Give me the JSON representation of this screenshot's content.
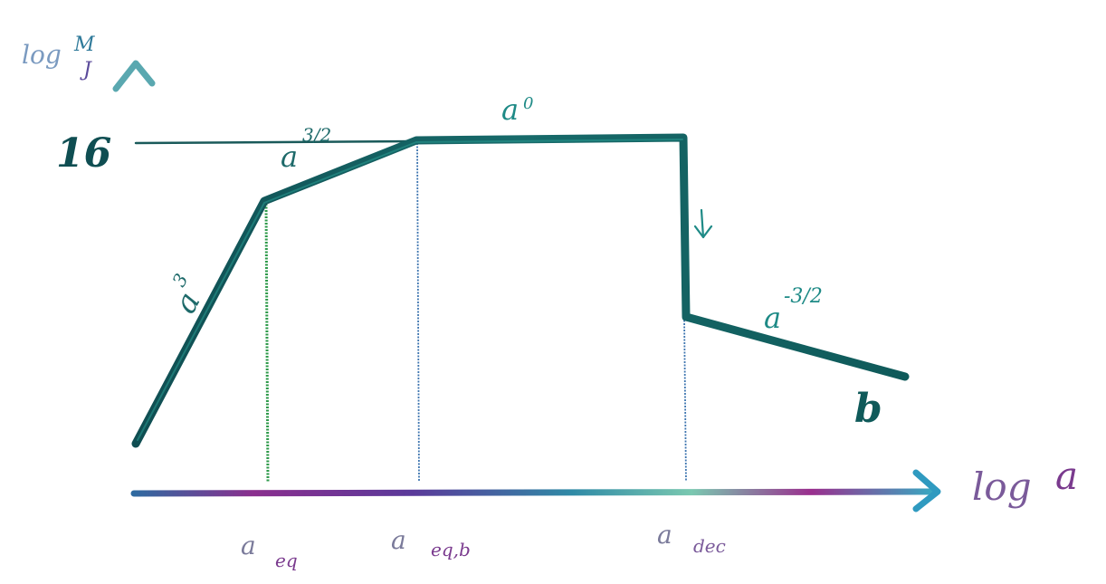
{
  "diagram": {
    "axes": {
      "y_label_main": "log",
      "y_label_sup": "M",
      "y_label_sub": "J",
      "x_label_log": "log",
      "x_label_var": "a",
      "y_tick_value": "16"
    },
    "segments": {
      "rise": {
        "base": "a",
        "exponent": "3"
      },
      "slow_rise": {
        "base": "a",
        "exponent": "3/2"
      },
      "plateau": {
        "base": "a",
        "exponent": "0"
      },
      "fall": {
        "base": "a",
        "exponent": "-3/2"
      },
      "tail_label": "b"
    },
    "x_ticks": {
      "eq": {
        "base": "a",
        "sub": "eq"
      },
      "eqb": {
        "base": "a",
        "sub": "eq,b"
      },
      "dec": {
        "base": "a",
        "sub": "dec"
      }
    },
    "colors": {
      "curve": "#0f5a5a",
      "curve_highlight": "#2a9a92",
      "axis_blue": "#2f6aa0",
      "axis_purple": "#8a2f8e",
      "axis_teal": "#3aa6a0",
      "guide_green": "#2e9a4a",
      "guide_blue": "#3f76b0",
      "label_teal": "#1e8a86",
      "label_purple": "#7a3a8e"
    }
  }
}
